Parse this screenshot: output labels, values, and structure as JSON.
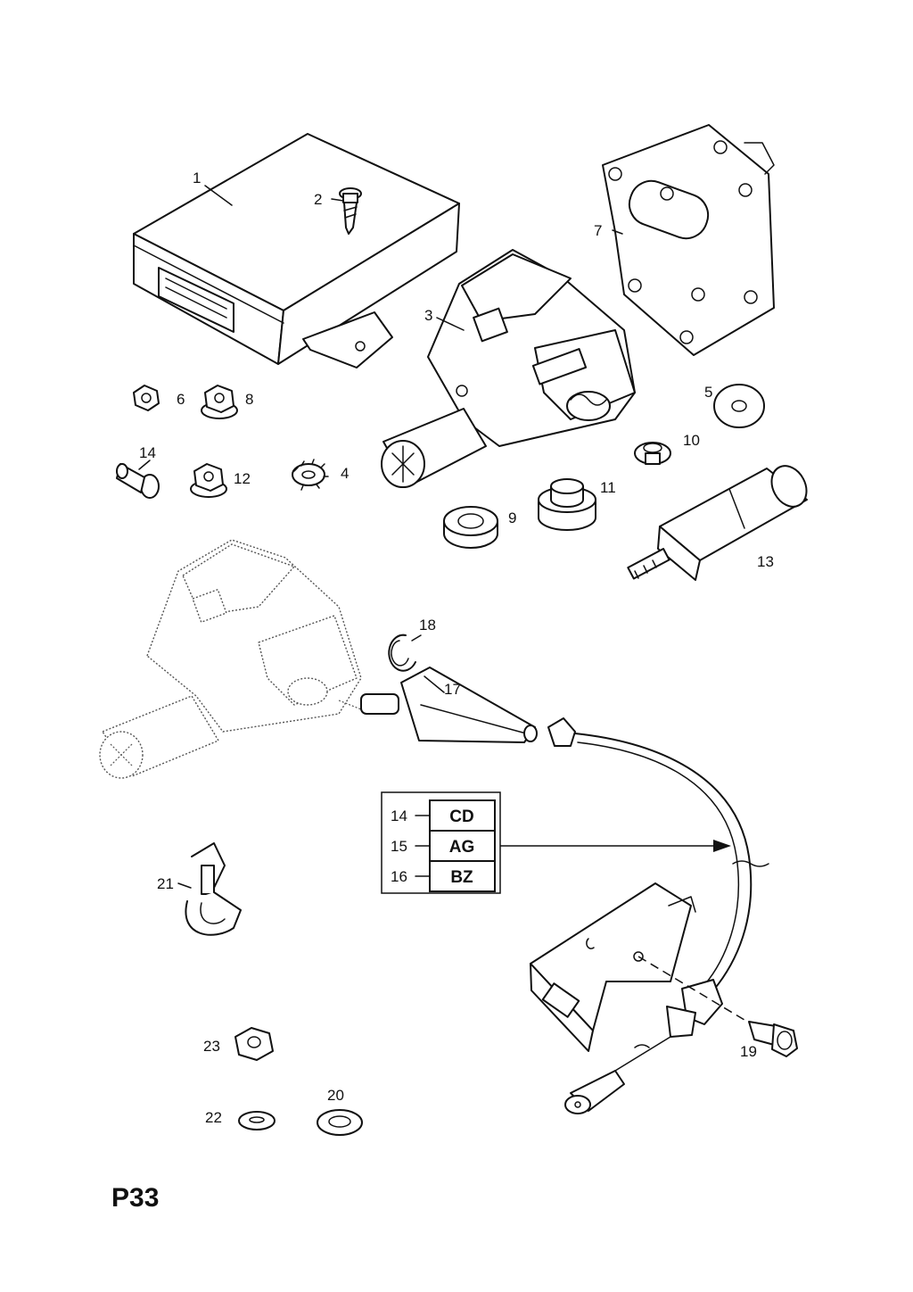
{
  "page_code": "P33",
  "callouts": {
    "c1": "1",
    "c2": "2",
    "c3": "3",
    "c4": "4",
    "c5": "5",
    "c6": "6",
    "c7": "7",
    "c8": "8",
    "c9": "9",
    "c10": "10",
    "c11": "11",
    "c12": "12",
    "c13": "13",
    "c14": "14",
    "c17": "17",
    "c18": "18",
    "c19": "19",
    "c20": "20",
    "c21": "21",
    "c22": "22",
    "c23": "23"
  },
  "variant_table": {
    "rows": [
      {
        "ref": "14",
        "code": "CD"
      },
      {
        "ref": "15",
        "code": "AG"
      },
      {
        "ref": "16",
        "code": "BZ"
      }
    ]
  }
}
